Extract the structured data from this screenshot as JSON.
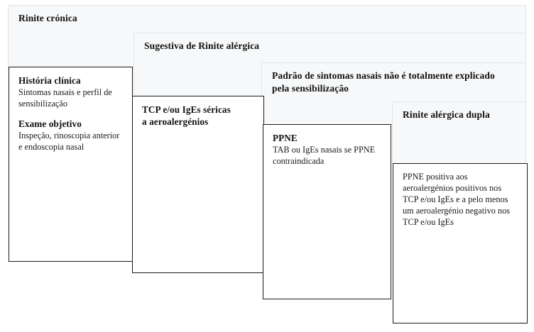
{
  "diagram": {
    "title": "Rinite crónica",
    "type": "stepped-flow-diagram",
    "colors": {
      "stage_fill": "#f7f8f9",
      "stage_border": "#e3e5e7",
      "detail_fill": "#ffffff",
      "detail_border": "#1a1a1a",
      "text": "#111111",
      "page_background": "#ffffff"
    },
    "stages": [
      {
        "id": "rinite-cronica",
        "label": "Rinite crónica"
      },
      {
        "id": "sugestiva-rinite-alergica",
        "label": "Sugestiva de Rinite alérgica"
      },
      {
        "id": "padrao-sintomas-nasais",
        "label": "Padrão de sintomas nasais não é totalmente explicado pela sensibilização"
      },
      {
        "id": "rinite-alergica-dupla",
        "label": "Rinite alérgica dupla"
      }
    ],
    "details": [
      {
        "id": "historia-clinica",
        "heading_1": "História clínica",
        "body_1": "Sintomas nasais e perfil de sensibilização",
        "heading_2": "Exame objetivo",
        "body_2": "Inspeção, rinoscopia anterior e endoscopia nasal"
      },
      {
        "id": "tcp-iges-sericas",
        "heading_1": "TCP e/ou IgEs séricas a aeroalergénios"
      },
      {
        "id": "ppne",
        "heading_1": "PPNE",
        "body_1": "TAB ou IgEs nasais se PPNE contraindicada"
      },
      {
        "id": "ppne-positiva",
        "body_1": "PPNE positiva aos aeroalergénios positivos nos TCP e/ou IgEs e a pelo menos um aeroalergénio negativo nos TCP e/ou IgEs"
      }
    ]
  }
}
